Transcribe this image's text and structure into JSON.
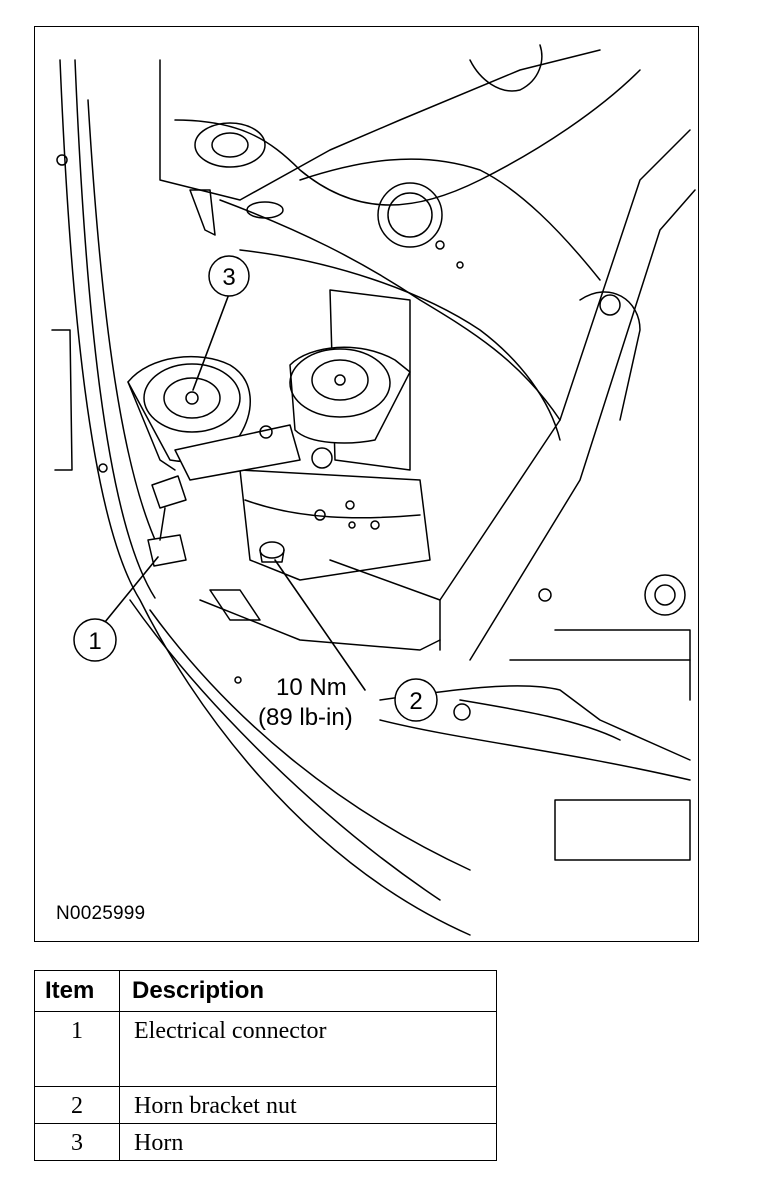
{
  "figure": {
    "figure_id": "N0025999",
    "callouts": [
      {
        "number": "1"
      },
      {
        "number": "2"
      },
      {
        "number": "3"
      }
    ],
    "torque_spec": {
      "metric": "10 Nm",
      "imperial": "(89 lb-in)"
    }
  },
  "legend": {
    "headers": {
      "item": "Item",
      "description": "Description"
    },
    "rows": [
      {
        "item": "1",
        "description": "Electrical connector"
      },
      {
        "item": "2",
        "description": "Horn bracket nut"
      },
      {
        "item": "3",
        "description": "Horn"
      }
    ]
  }
}
